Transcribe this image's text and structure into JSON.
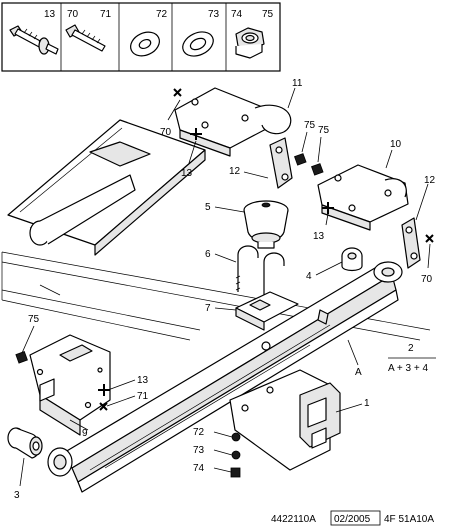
{
  "parts_box": {
    "labels": [
      "13",
      "70",
      "71",
      "72",
      "73",
      "74",
      "75"
    ]
  },
  "callouts": {
    "c11": "11",
    "c70a": "70",
    "c13a": "13",
    "c75a": "75",
    "c75b": "75",
    "c10": "10",
    "c12a": "12",
    "c12b": "12",
    "c5": "5",
    "c13b": "13",
    "c70b": "70",
    "c6": "6",
    "c4": "4",
    "c7": "7",
    "c75c": "75",
    "c13c": "13",
    "c71": "71",
    "c9": "9",
    "c1": "1",
    "c72": "72",
    "c73": "73",
    "c74": "74",
    "c3": "3",
    "cA": "A"
  },
  "view_note": {
    "number": "2",
    "formula": "A + 3 + 4"
  },
  "footer": {
    "ref": "4422110A",
    "date": "02/2005",
    "code": "4F 51A10A"
  },
  "marker_colors": {
    "dark": "#1a1a1a"
  }
}
